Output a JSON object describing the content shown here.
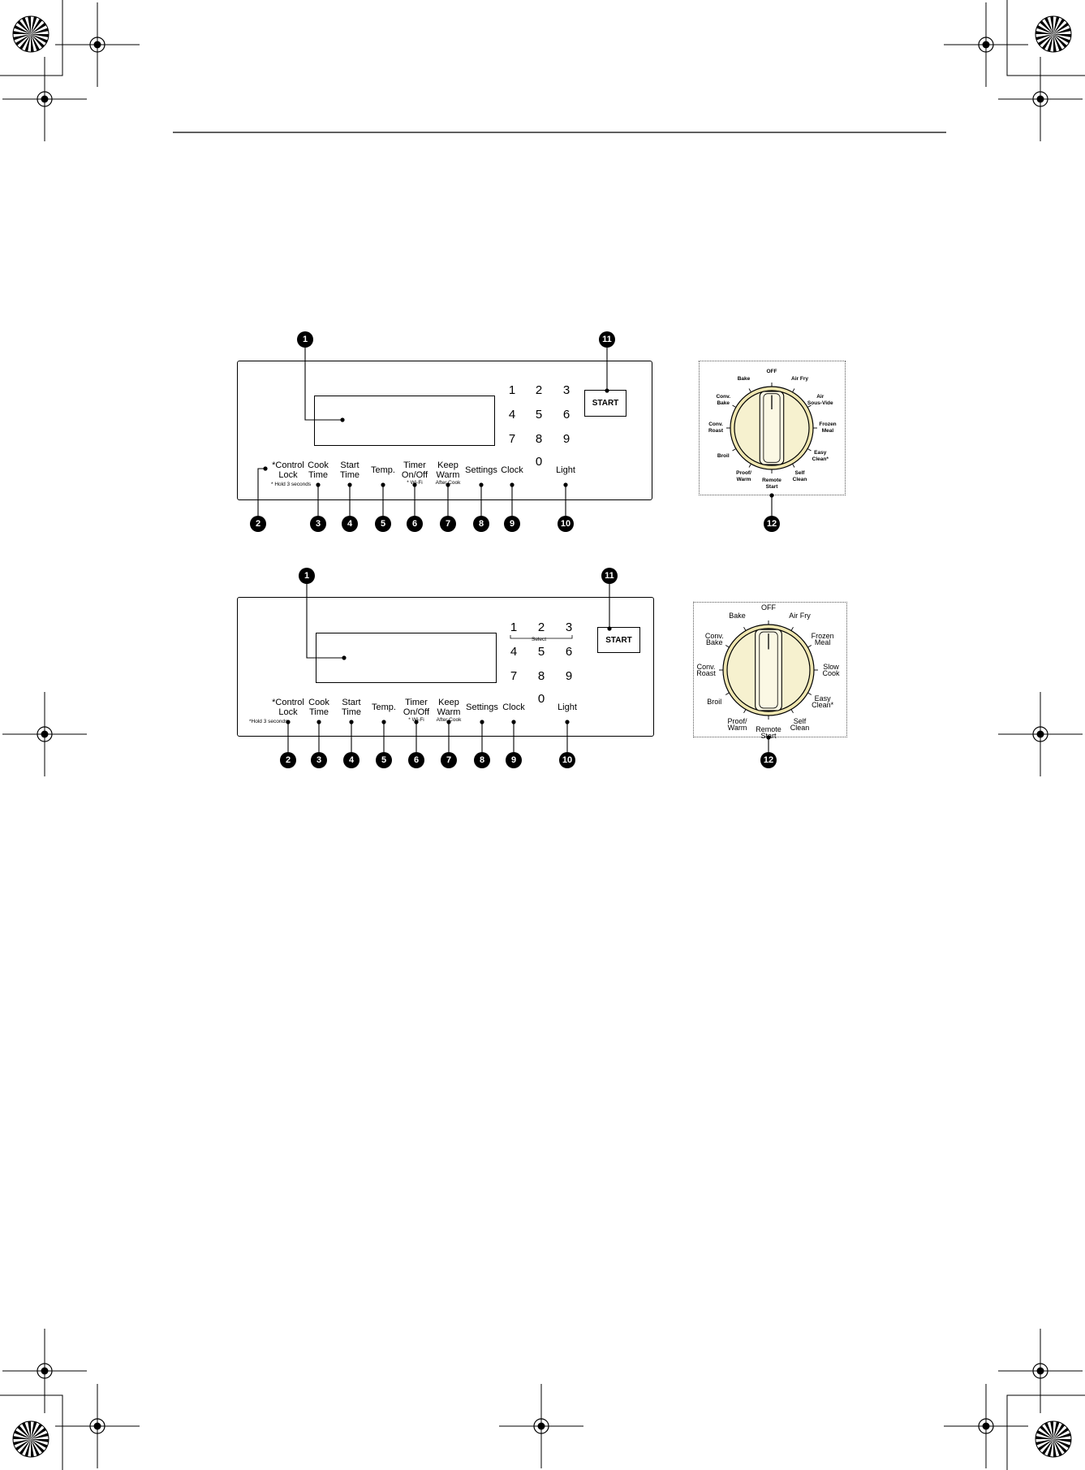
{
  "panels": [
    {
      "id": "top",
      "display_callout": "1",
      "start_label": "START",
      "start_callout": "11",
      "digits": [
        "1",
        "2",
        "3",
        "4",
        "5",
        "6",
        "7",
        "8",
        "9",
        "0"
      ],
      "select_label": "",
      "keys": [
        {
          "name": "control-lock",
          "line1": "*Control",
          "line2": "Lock",
          "sub": "",
          "callout": "2"
        },
        {
          "name": "cook-time",
          "line1": "Cook",
          "line2": "Time",
          "sub": "",
          "callout": "3"
        },
        {
          "name": "start-time",
          "line1": "Start",
          "line2": "Time",
          "sub": "",
          "callout": "4"
        },
        {
          "name": "temp",
          "line1": "Temp.",
          "line2": "",
          "sub": "",
          "callout": "5"
        },
        {
          "name": "timer",
          "line1": "Timer",
          "line2": "On/Off",
          "sub": "* Wi-Fi",
          "callout": "6"
        },
        {
          "name": "keep-warm",
          "line1": "Keep",
          "line2": "Warm",
          "sub": "After Cook",
          "callout": "7"
        },
        {
          "name": "settings",
          "line1": "Settings",
          "line2": "",
          "sub": "",
          "callout": "8"
        },
        {
          "name": "clock",
          "line1": "Clock",
          "line2": "",
          "sub": "",
          "callout": "9"
        },
        {
          "name": "light",
          "line1": "Light",
          "line2": "",
          "sub": "",
          "callout": "10"
        }
      ],
      "hold_note": "* Hold 3 seconds",
      "knob_callout": "12",
      "knob_labels": [
        "OFF",
        "Air Fry",
        "Air\nSous-Vide",
        "Frozen\nMeal",
        "Easy\nClean*",
        "Self\nClean",
        "Remote\nStart",
        "Proof/\nWarm",
        "Broil",
        "Conv.\nRoast",
        "Conv.\nBake",
        "Bake"
      ]
    },
    {
      "id": "bottom",
      "display_callout": "1",
      "start_label": "START",
      "start_callout": "11",
      "digits": [
        "1",
        "2",
        "3",
        "4",
        "5",
        "6",
        "7",
        "8",
        "9",
        "0"
      ],
      "select_label": "Select",
      "keys": [
        {
          "name": "control-lock",
          "line1": "*Control",
          "line2": "Lock",
          "sub": "",
          "callout": "2"
        },
        {
          "name": "cook-time",
          "line1": "Cook",
          "line2": "Time",
          "sub": "",
          "callout": "3"
        },
        {
          "name": "start-time",
          "line1": "Start",
          "line2": "Time",
          "sub": "",
          "callout": "4"
        },
        {
          "name": "temp",
          "line1": "Temp.",
          "line2": "",
          "sub": "",
          "callout": "5"
        },
        {
          "name": "timer",
          "line1": "Timer",
          "line2": "On/Off",
          "sub": "* Wi-Fi",
          "callout": "6"
        },
        {
          "name": "keep-warm",
          "line1": "Keep",
          "line2": "Warm",
          "sub": "After Cook",
          "callout": "7"
        },
        {
          "name": "settings",
          "line1": "Settings",
          "line2": "",
          "sub": "",
          "callout": "8"
        },
        {
          "name": "clock",
          "line1": "Clock",
          "line2": "",
          "sub": "",
          "callout": "9"
        },
        {
          "name": "light",
          "line1": "Light",
          "line2": "",
          "sub": "",
          "callout": "10"
        }
      ],
      "hold_note": "*Hold 3 seconds",
      "knob_callout": "12",
      "knob_labels": [
        "OFF",
        "Air Fry",
        "Frozen\nMeal",
        "Slow\nCook",
        "Easy\nClean*",
        "Self\nClean",
        "Remote\nStart",
        "Proof/\nWarm",
        "Broil",
        "Conv.\nRoast",
        "Conv.\nBake",
        "Bake"
      ]
    }
  ],
  "colors": {
    "knob_fill": "#f6f1cf",
    "knob_ring": "#efe6b0",
    "knob_grip": "#fbf8e4"
  }
}
